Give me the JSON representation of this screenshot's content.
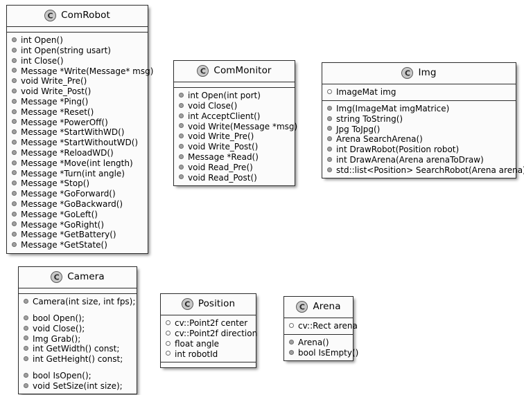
{
  "diagram": {
    "title": "UML Class Diagram",
    "type": "uml-class-diagram",
    "background_color": "#ffffff",
    "box_fill_color": "#fbfbfb",
    "border_color": "#2b2b2b",
    "icon_fill_color": "#c8c8c8",
    "method_dot_color": "#a0a0a0",
    "attribute_dot_color": "#ffffff",
    "class_icon_letter": "C"
  },
  "classes": [
    {
      "id": "comrobot",
      "name": "ComRobot",
      "attributes": [],
      "methods": [
        "int Open()",
        "int Open(string usart)",
        "int Close()",
        "Message *Write(Message* msg)",
        "void Write_Pre()",
        "void Write_Post()",
        "Message *Ping()",
        "Message *Reset()",
        "Message *PowerOff()",
        "Message *StartWithWD()",
        "Message *StartWithoutWD()",
        "Message *ReloadWD()",
        "Message *Move(int length)",
        "Message *Turn(int angle)",
        "Message *Stop()",
        "Message *GoForward()",
        "Message *GoBackward()",
        "Message *GoLeft()",
        "Message *GoRight()",
        "Message *GetBattery()",
        "Message *GetState()"
      ]
    },
    {
      "id": "commonitor",
      "name": "ComMonitor",
      "attributes": [],
      "methods": [
        "int Open(int port)",
        "void Close()",
        "int AcceptClient()",
        "void Write(Message *msg)",
        "void Write_Pre()",
        "void Write_Post()",
        "Message *Read()",
        "void Read_Pre()",
        "void Read_Post()"
      ]
    },
    {
      "id": "img",
      "name": "Img",
      "attributes": [
        "ImageMat img"
      ],
      "methods": [
        "Img(ImageMat imgMatrice)",
        "string ToString()",
        "Jpg ToJpg()",
        "Arena SearchArena()",
        "int DrawRobot(Position robot)",
        "int DrawArena(Arena arenaToDraw)",
        "std::list<Position> SearchRobot(Arena arena)"
      ]
    },
    {
      "id": "camera",
      "name": "Camera",
      "attributes": [],
      "methods": [
        "Camera(int size, int fps);",
        "",
        "bool Open();",
        "void Close();",
        "Img Grab();",
        "int GetWidth() const;",
        "int GetHeight() const;",
        "",
        "bool IsOpen();",
        "void SetSize(int size);"
      ]
    },
    {
      "id": "position",
      "name": "Position",
      "attributes": [
        "cv::Point2f center",
        "cv::Point2f direction",
        "float angle",
        "int robotId"
      ],
      "methods": []
    },
    {
      "id": "arena",
      "name": "Arena",
      "attributes": [
        "cv::Rect arena"
      ],
      "methods": [
        "Arena()",
        "bool IsEmpty()"
      ]
    }
  ]
}
